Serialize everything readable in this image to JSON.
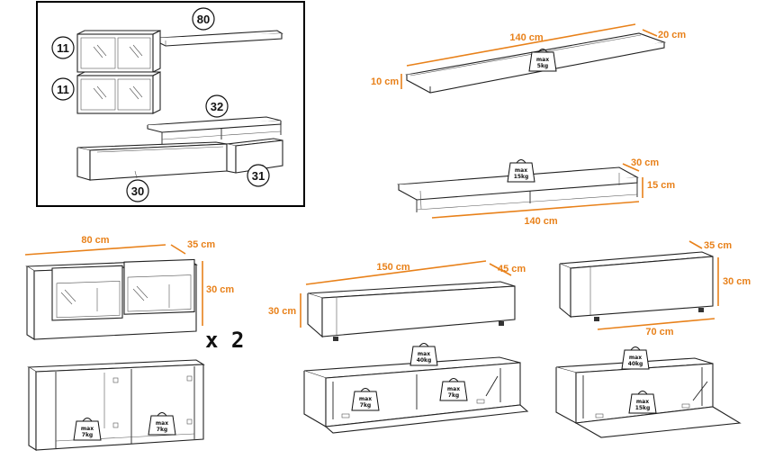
{
  "overview": {
    "part_numbers": [
      "80",
      "11",
      "11",
      "32",
      "30",
      "31"
    ]
  },
  "shelf": {
    "length": "140 cm",
    "depth": "20 cm",
    "height": "10 cm",
    "load_max": "max",
    "load_value": "5kg"
  },
  "open_shelf": {
    "depth": "30 cm",
    "height": "15 cm",
    "length": "140 cm",
    "load_max": "max",
    "load_value": "15kg"
  },
  "wall_cabinet": {
    "width": "80 cm",
    "depth": "35 cm",
    "height": "30 cm",
    "quantity": "x 2",
    "load_max": "max",
    "load_value": "7kg"
  },
  "tv_board": {
    "width": "150 cm",
    "depth": "45 cm",
    "height": "30 cm",
    "top_load_max": "max",
    "top_load_value": "40kg",
    "inner_load_max": "max",
    "inner_load_value": "7kg"
  },
  "small_board": {
    "depth": "35 cm",
    "height": "30 cm",
    "width": "70 cm",
    "top_load_max": "max",
    "top_load_value": "40kg",
    "inner_load_max": "max",
    "inner_load_value": "15kg"
  },
  "colors": {
    "dimension": "#e8811a",
    "outline": "#222222",
    "frame": "#000000"
  }
}
